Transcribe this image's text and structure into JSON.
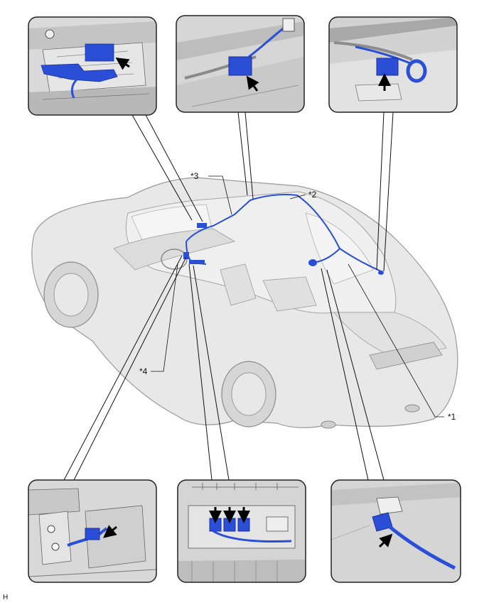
{
  "callouts": {
    "c1": "*1",
    "c2": "*2",
    "c3": "*3",
    "c4": "*4"
  },
  "footer_code": "H",
  "colors": {
    "harness": "#2a4fd6",
    "harness_dark": "#1a2f9a",
    "car_fill": "#e6e6e6",
    "car_line": "#9a9a9a",
    "panel_bg": "#d9d9d9",
    "panel_border": "#222222"
  }
}
